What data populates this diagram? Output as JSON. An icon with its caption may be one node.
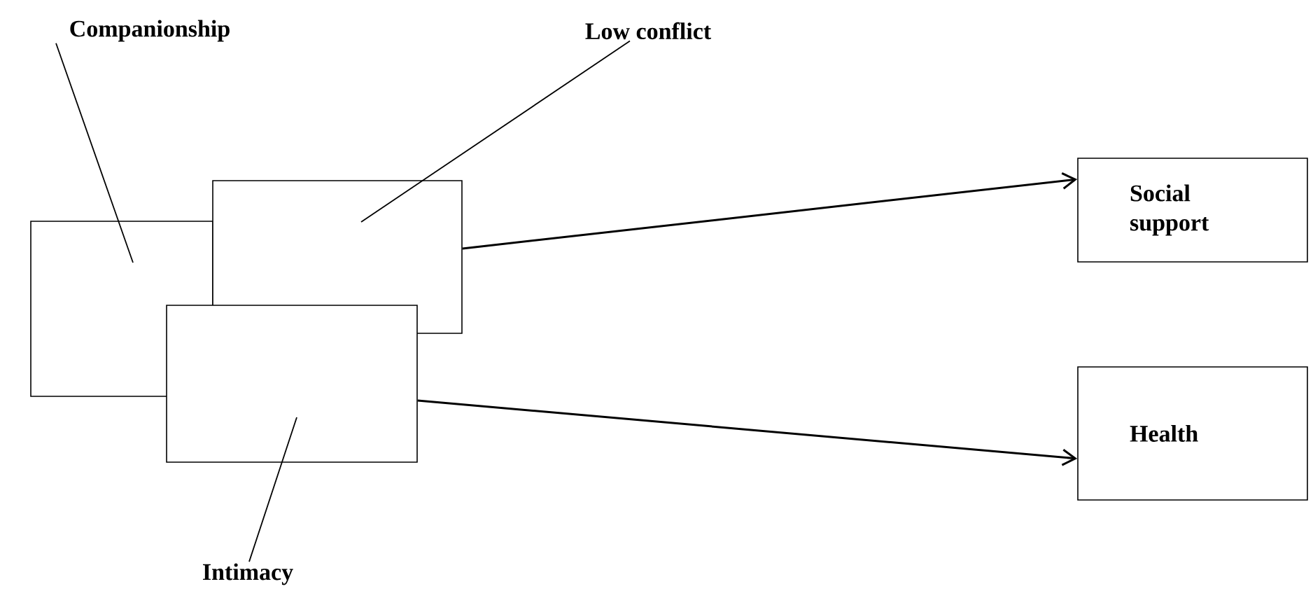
{
  "diagram": {
    "nodes": [
      {
        "text": [
          "Companionship"
        ]
      },
      {
        "text": [],
        "shape": "box"
      },
      {
        "text": [
          "Low conflict"
        ]
      },
      {
        "text": [],
        "shape": "box"
      },
      {
        "text": [],
        "shape": "box"
      },
      {
        "text": [
          "Intimacy"
        ]
      },
      {
        "text": [
          "Social support"
        ]
      },
      {
        "text": [
          "Health"
        ]
      }
    ],
    "edges": [
      {
        "from": 0,
        "to": 1,
        "arrow": "none"
      },
      {
        "from": 2,
        "to": 3,
        "arrow": "none"
      },
      {
        "from": 5,
        "to": 4,
        "arrow": "none"
      },
      {
        "from": 3,
        "to": 6,
        "arrow": "to"
      },
      {
        "from": 4,
        "to": 7,
        "arrow": "to"
      }
    ]
  }
}
